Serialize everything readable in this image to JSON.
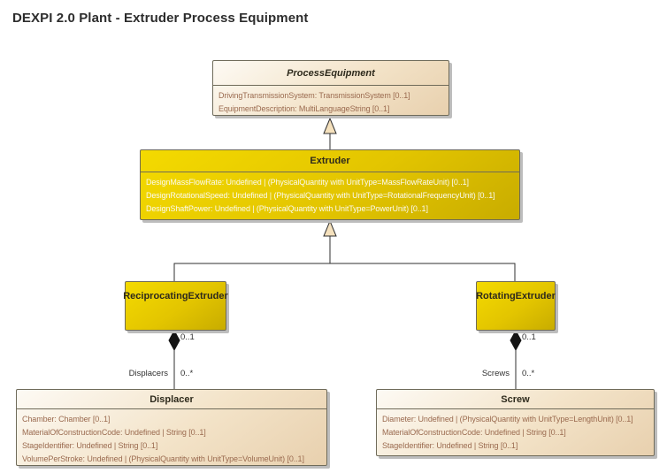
{
  "diagram": {
    "title": "DEXPI 2.0 Plant - Extruder Process Equipment"
  },
  "classes": {
    "process_equipment": {
      "name": "ProcessEquipment",
      "abstract": true,
      "attributes": [
        "DrivingTransmissionSystem: TransmissionSystem [0..1]",
        "EquipmentDescription: MultiLanguageString [0..1]"
      ]
    },
    "extruder": {
      "name": "Extruder",
      "attributes": [
        "DesignMassFlowRate: Undefined | (PhysicalQuantity with UnitType=MassFlowRateUnit) [0..1]",
        "DesignRotationalSpeed: Undefined | (PhysicalQuantity with UnitType=RotationalFrequencyUnit) [0..1]",
        "DesignShaftPower: Undefined | (PhysicalQuantity with UnitType=PowerUnit) [0..1]"
      ]
    },
    "reciprocating_extruder": {
      "name": "ReciprocatingExtruder",
      "attributes": []
    },
    "rotating_extruder": {
      "name": "RotatingExtruder",
      "attributes": []
    },
    "displacer": {
      "name": "Displacer",
      "attributes": [
        "Chamber: Chamber [0..1]",
        "MaterialOfConstructionCode: Undefined | String [0..1]",
        "StageIdentifier: Undefined | String [0..1]",
        "VolumePerStroke: Undefined | (PhysicalQuantity with UnitType=VolumeUnit) [0..1]"
      ]
    },
    "screw": {
      "name": "Screw",
      "attributes": [
        "Diameter: Undefined | (PhysicalQuantity with UnitType=LengthUnit) [0..1]",
        "MaterialOfConstructionCode: Undefined | String [0..1]",
        "StageIdentifier: Undefined | String [0..1]"
      ]
    }
  },
  "relationships": {
    "generalizations": [
      {
        "from": "Extruder",
        "to": "ProcessEquipment"
      },
      {
        "from": "ReciprocatingExtruder",
        "to": "Extruder"
      },
      {
        "from": "RotatingExtruder",
        "to": "Extruder"
      }
    ],
    "compositions": [
      {
        "from": "ReciprocatingExtruder",
        "to": "Displacer",
        "source_multiplicity": "0..1",
        "role": "Displacers",
        "target_multiplicity": "0..*"
      },
      {
        "from": "RotatingExtruder",
        "to": "Screw",
        "source_multiplicity": "0..1",
        "role": "Screws",
        "target_multiplicity": "0..*"
      }
    ]
  },
  "colors": {
    "gold_top": "#f4da00",
    "gold_bottom": "#c8ac00",
    "beige_top": "#fdfaf4",
    "beige_bottom": "#e8d0ae",
    "beige_attr_text": "#9a6a4f",
    "gold_attr_text": "#fbfaf0",
    "line": "#2f2f2f",
    "triangle_fill": "#f5e1bd",
    "diamond_fill": "#141414"
  }
}
